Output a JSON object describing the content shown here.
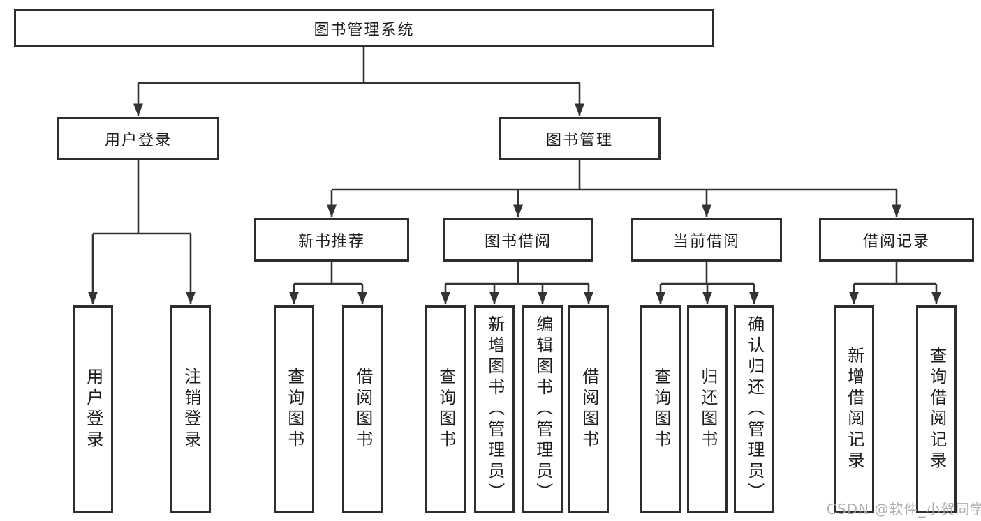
{
  "diagram": {
    "type": "hierarchy-tree",
    "title": "图书管理系统"
  },
  "colors": {
    "line": "#333333",
    "box_border": "#2e2e2e",
    "text": "#1d1d1d",
    "background": "#ffffff",
    "watermark": "#a8a8a8"
  },
  "nodes": {
    "root": {
      "label": "图书管理系统"
    },
    "level2": [
      {
        "label": "用户登录"
      },
      {
        "label": "图书管理"
      }
    ],
    "level3": [
      {
        "label": "新书推荐",
        "parent": "图书管理"
      },
      {
        "label": "图书借阅",
        "parent": "图书管理"
      },
      {
        "label": "当前借阅",
        "parent": "图书管理"
      },
      {
        "label": "借阅记录",
        "parent": "图书管理"
      }
    ],
    "leaves": [
      {
        "label": "用户登录",
        "parent": "用户登录"
      },
      {
        "label": "注销登录",
        "parent": "用户登录"
      },
      {
        "label": "查询图书",
        "parent": "新书推荐"
      },
      {
        "label": "借阅图书",
        "parent": "新书推荐"
      },
      {
        "label": "查询图书",
        "parent": "图书借阅"
      },
      {
        "label": "新增图书（管理员）",
        "parent": "图书借阅"
      },
      {
        "label": "编辑图书（管理员）",
        "parent": "图书借阅"
      },
      {
        "label": "借阅图书",
        "parent": "图书借阅"
      },
      {
        "label": "查询图书",
        "parent": "当前借阅"
      },
      {
        "label": "归还图书",
        "parent": "当前借阅"
      },
      {
        "label": "确认归还（管理员）",
        "parent": "当前借阅"
      },
      {
        "label": "新增借阅记录",
        "parent": "借阅记录"
      },
      {
        "label": "查询借阅记录",
        "parent": "借阅记录"
      }
    ]
  },
  "watermark": {
    "text": "CSDN @软件_小贺同学"
  }
}
